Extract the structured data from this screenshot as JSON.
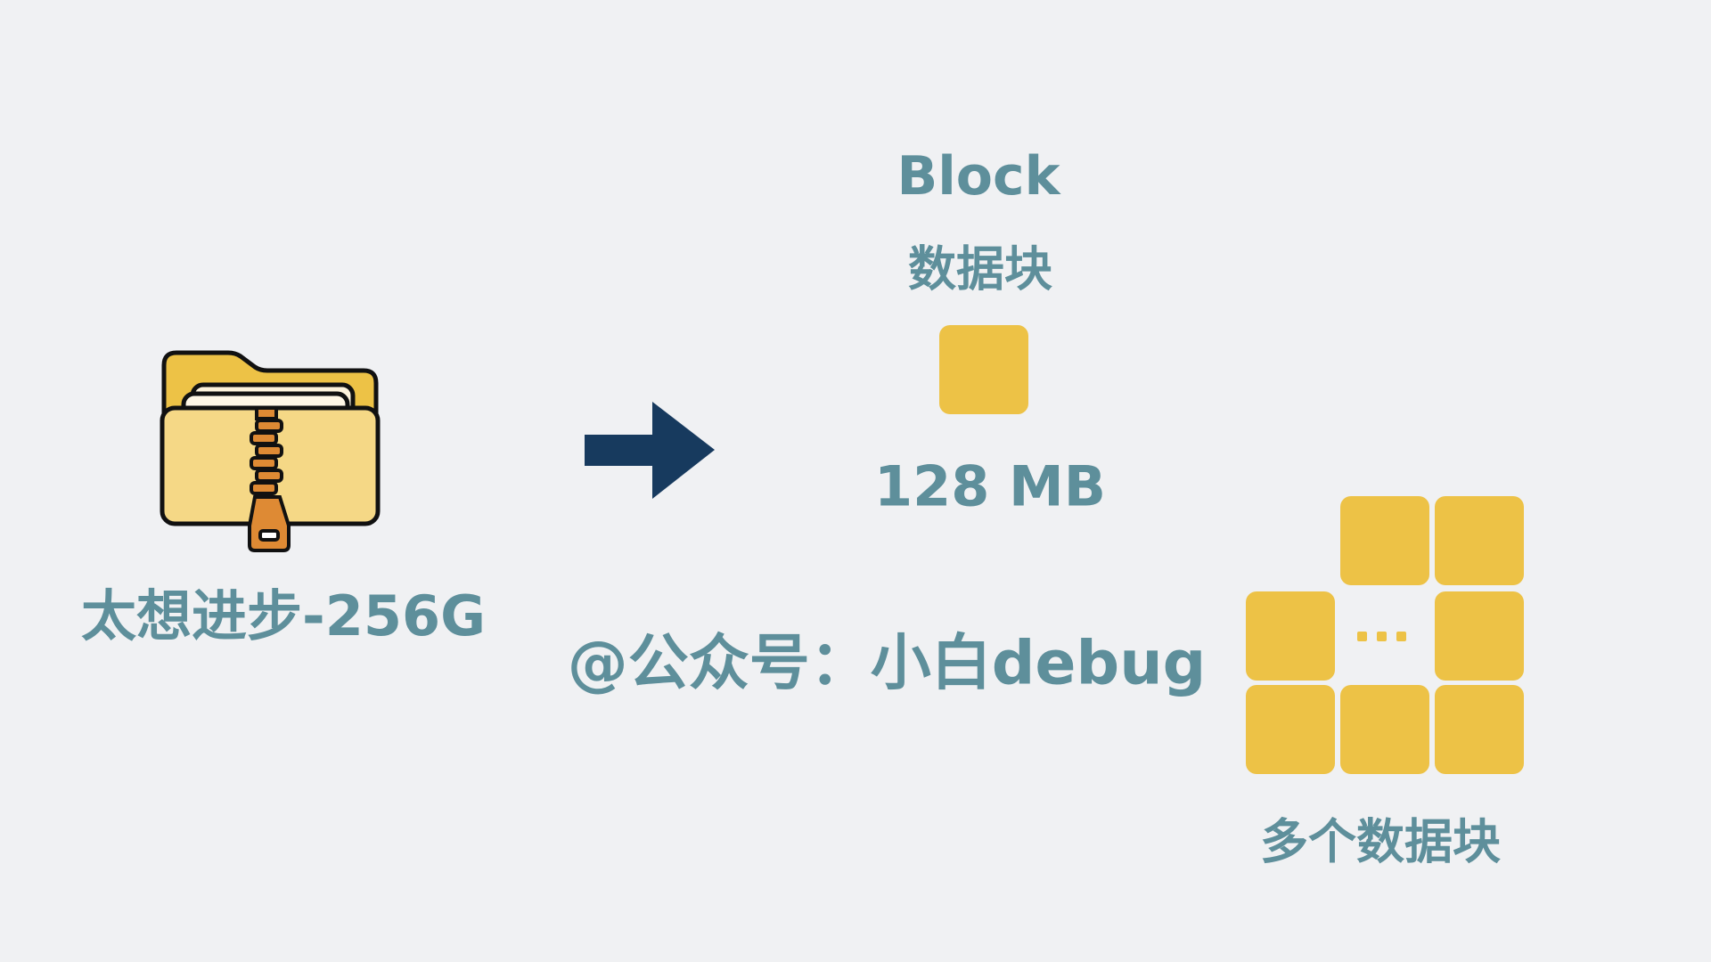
{
  "file": {
    "label": "太想进步-256G",
    "icon": "zip-folder-icon"
  },
  "arrow": {
    "icon": "arrow-right-icon",
    "color": "#173a5e"
  },
  "block": {
    "title": "Block",
    "subtitle": "数据块",
    "size": "128 MB",
    "color": "#edc246"
  },
  "watermark": "@公众号：小白debug",
  "multi": {
    "label": "多个数据块",
    "ellipsis": "..."
  }
}
